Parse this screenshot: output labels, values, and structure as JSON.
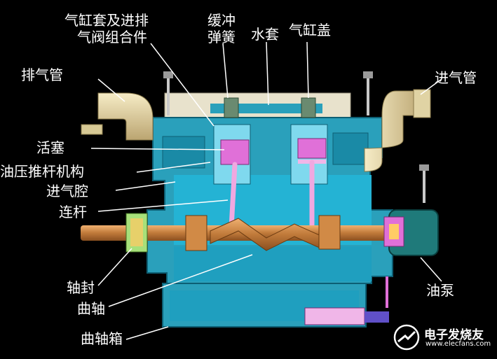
{
  "labels": {
    "valve_assembly_l1": "气缸套及进排",
    "valve_assembly_l2": "气阀组合件",
    "buffer_spring_l1": "缓冲",
    "buffer_spring_l2": "弹簧",
    "water_jacket": "水套",
    "cylinder_cover": "气缸盖",
    "exhaust_pipe": "排气管",
    "intake_pipe": "进气管",
    "piston": "活塞",
    "oil_pushrod": "油压推杆机构",
    "intake_chamber": "进气腔",
    "connecting_rod": "连杆",
    "shaft_seal": "轴封",
    "crankshaft": "曲轴",
    "crankcase": "曲轴箱",
    "oil_pump": "油泵"
  },
  "watermark": {
    "name": "电子发烧友",
    "url": "www.elecfans.com"
  },
  "colors": {
    "body": "#2aa0bb",
    "body_dark": "#177f98",
    "pipe": "#e8d9a8",
    "shaft": "#c98a4a",
    "piston": "#e070d8",
    "background": "#000000"
  }
}
